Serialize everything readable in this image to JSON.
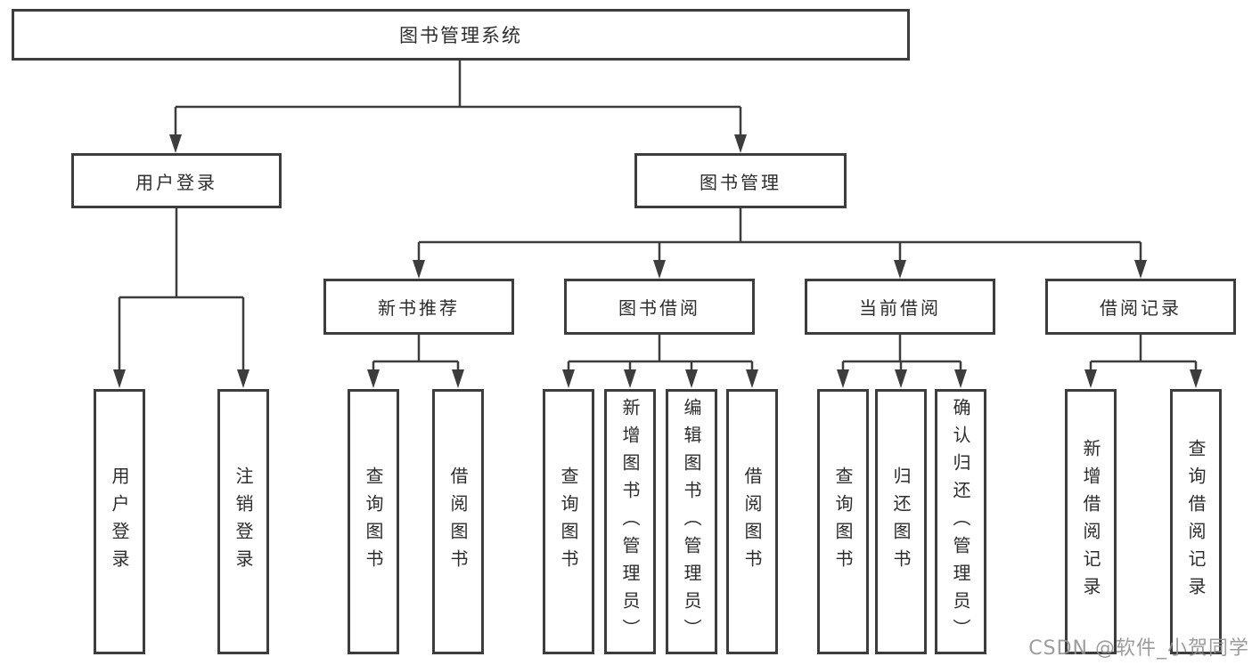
{
  "tree": {
    "root": {
      "label": "图书管理系统",
      "children": [
        {
          "label": "用户登录",
          "children": [
            {
              "label": "用户登录"
            },
            {
              "label": "注销登录"
            }
          ]
        },
        {
          "label": "图书管理",
          "children": [
            {
              "label": "新书推荐",
              "children": [
                {
                  "label": "查询图书"
                },
                {
                  "label": "借阅图书"
                }
              ]
            },
            {
              "label": "图书借阅",
              "children": [
                {
                  "label": "查询图书"
                },
                {
                  "label": "新增图书（管理员）"
                },
                {
                  "label": "编辑图书（管理员）"
                },
                {
                  "label": "借阅图书"
                }
              ]
            },
            {
              "label": "当前借阅",
              "children": [
                {
                  "label": "查询图书"
                },
                {
                  "label": "归还图书"
                },
                {
                  "label": "确认归还（管理员）"
                }
              ]
            },
            {
              "label": "借阅记录",
              "children": [
                {
                  "label": "新增借阅记录"
                },
                {
                  "label": "查询借阅记录"
                }
              ]
            }
          ]
        }
      ]
    }
  },
  "watermark": {
    "text": "CSDN @软件_小贺同学"
  },
  "colors": {
    "line": "#3d3d3d",
    "box_border": "#3d3d3d",
    "box_fill": "#ffffff",
    "text": "#2d2d2d",
    "watermark": "#919191",
    "background": "#ffffff"
  }
}
